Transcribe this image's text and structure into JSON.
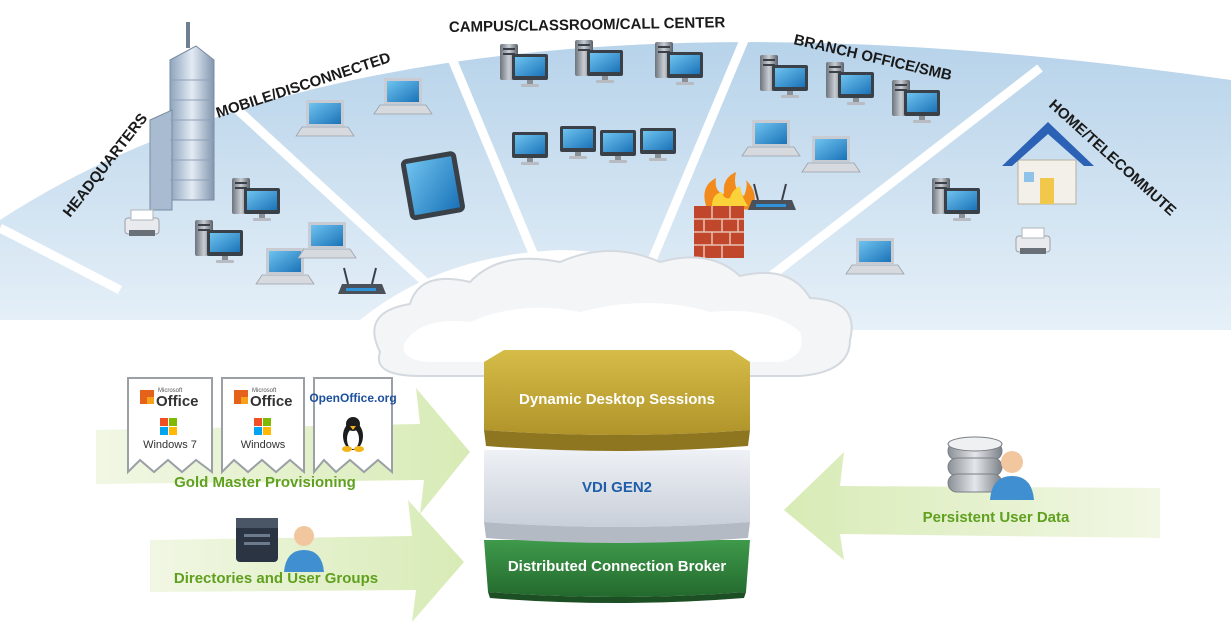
{
  "segments": [
    {
      "label": "HEADQUARTERS"
    },
    {
      "label": "MOBILE/DISCONNECTED"
    },
    {
      "label": "CAMPUS/CLASSROOM/CALL CENTER"
    },
    {
      "label": "BRANCH OFFICE/SMB"
    },
    {
      "label": "HOME/TELECOMMUTE"
    }
  ],
  "stack": {
    "top_label": "Dynamic Desktop Sessions",
    "middle_label": "VDI GEN2",
    "bottom_label": "Distributed Connection Broker"
  },
  "arrows": {
    "gold_master": "Gold Master Provisioning",
    "directories": "Directories and User Groups",
    "persistent": "Persistent User Data"
  },
  "cards": [
    {
      "brand_small": "Microsoft",
      "brand": "Office",
      "os": "Windows 7"
    },
    {
      "brand_small": "Microsoft",
      "brand": "Office",
      "os": "Windows"
    },
    {
      "brand": "OpenOffice.org"
    }
  ],
  "colors": {
    "fan_fill": "#c9deef",
    "fan_divider": "#ffffff",
    "arrow_green": "#e3efc8",
    "arrow_text": "#5fa01e",
    "layer_top": "#c2a534",
    "layer_mid": "#d8dde6",
    "layer_bottom": "#2f7d3a"
  }
}
